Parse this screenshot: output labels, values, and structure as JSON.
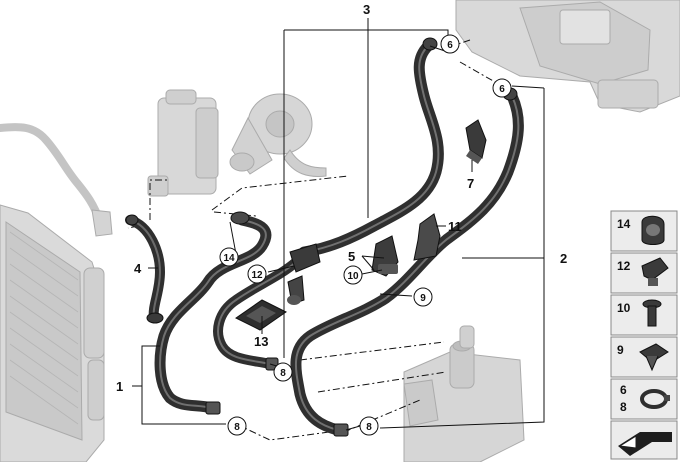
{
  "diagram": {
    "callouts": {
      "c1": "1",
      "c2": "2",
      "c3": "3",
      "c4": "4",
      "c5": "5",
      "c7": "7",
      "c11": "11",
      "c13": "13"
    },
    "circled": {
      "top6": "6",
      "mid6": "6",
      "c14": "14",
      "c12": "12",
      "c10": "10",
      "c9": "9",
      "c8a": "8",
      "c8b": "8",
      "c8c": "8"
    },
    "legend": [
      {
        "label": "14",
        "icon": "hose-clamp-clip-icon"
      },
      {
        "label": "12",
        "icon": "retaining-clip-icon"
      },
      {
        "label": "10",
        "icon": "screw-rivet-icon"
      },
      {
        "label": "9",
        "icon": "spring-nut-icon"
      },
      {
        "label": "6",
        "label2": "8",
        "icon": "hose-clamp-ring-icon"
      },
      {
        "label": "",
        "icon": "orientation-arrow-icon"
      }
    ],
    "colors": {
      "hose": "#2f2f2f",
      "hose_highlight": "#6a6a6a",
      "ghost_part": "#cfcfcf",
      "ghost_edge": "#a9a9a9",
      "line": "#111111",
      "panel_bg": "#ececec"
    }
  }
}
